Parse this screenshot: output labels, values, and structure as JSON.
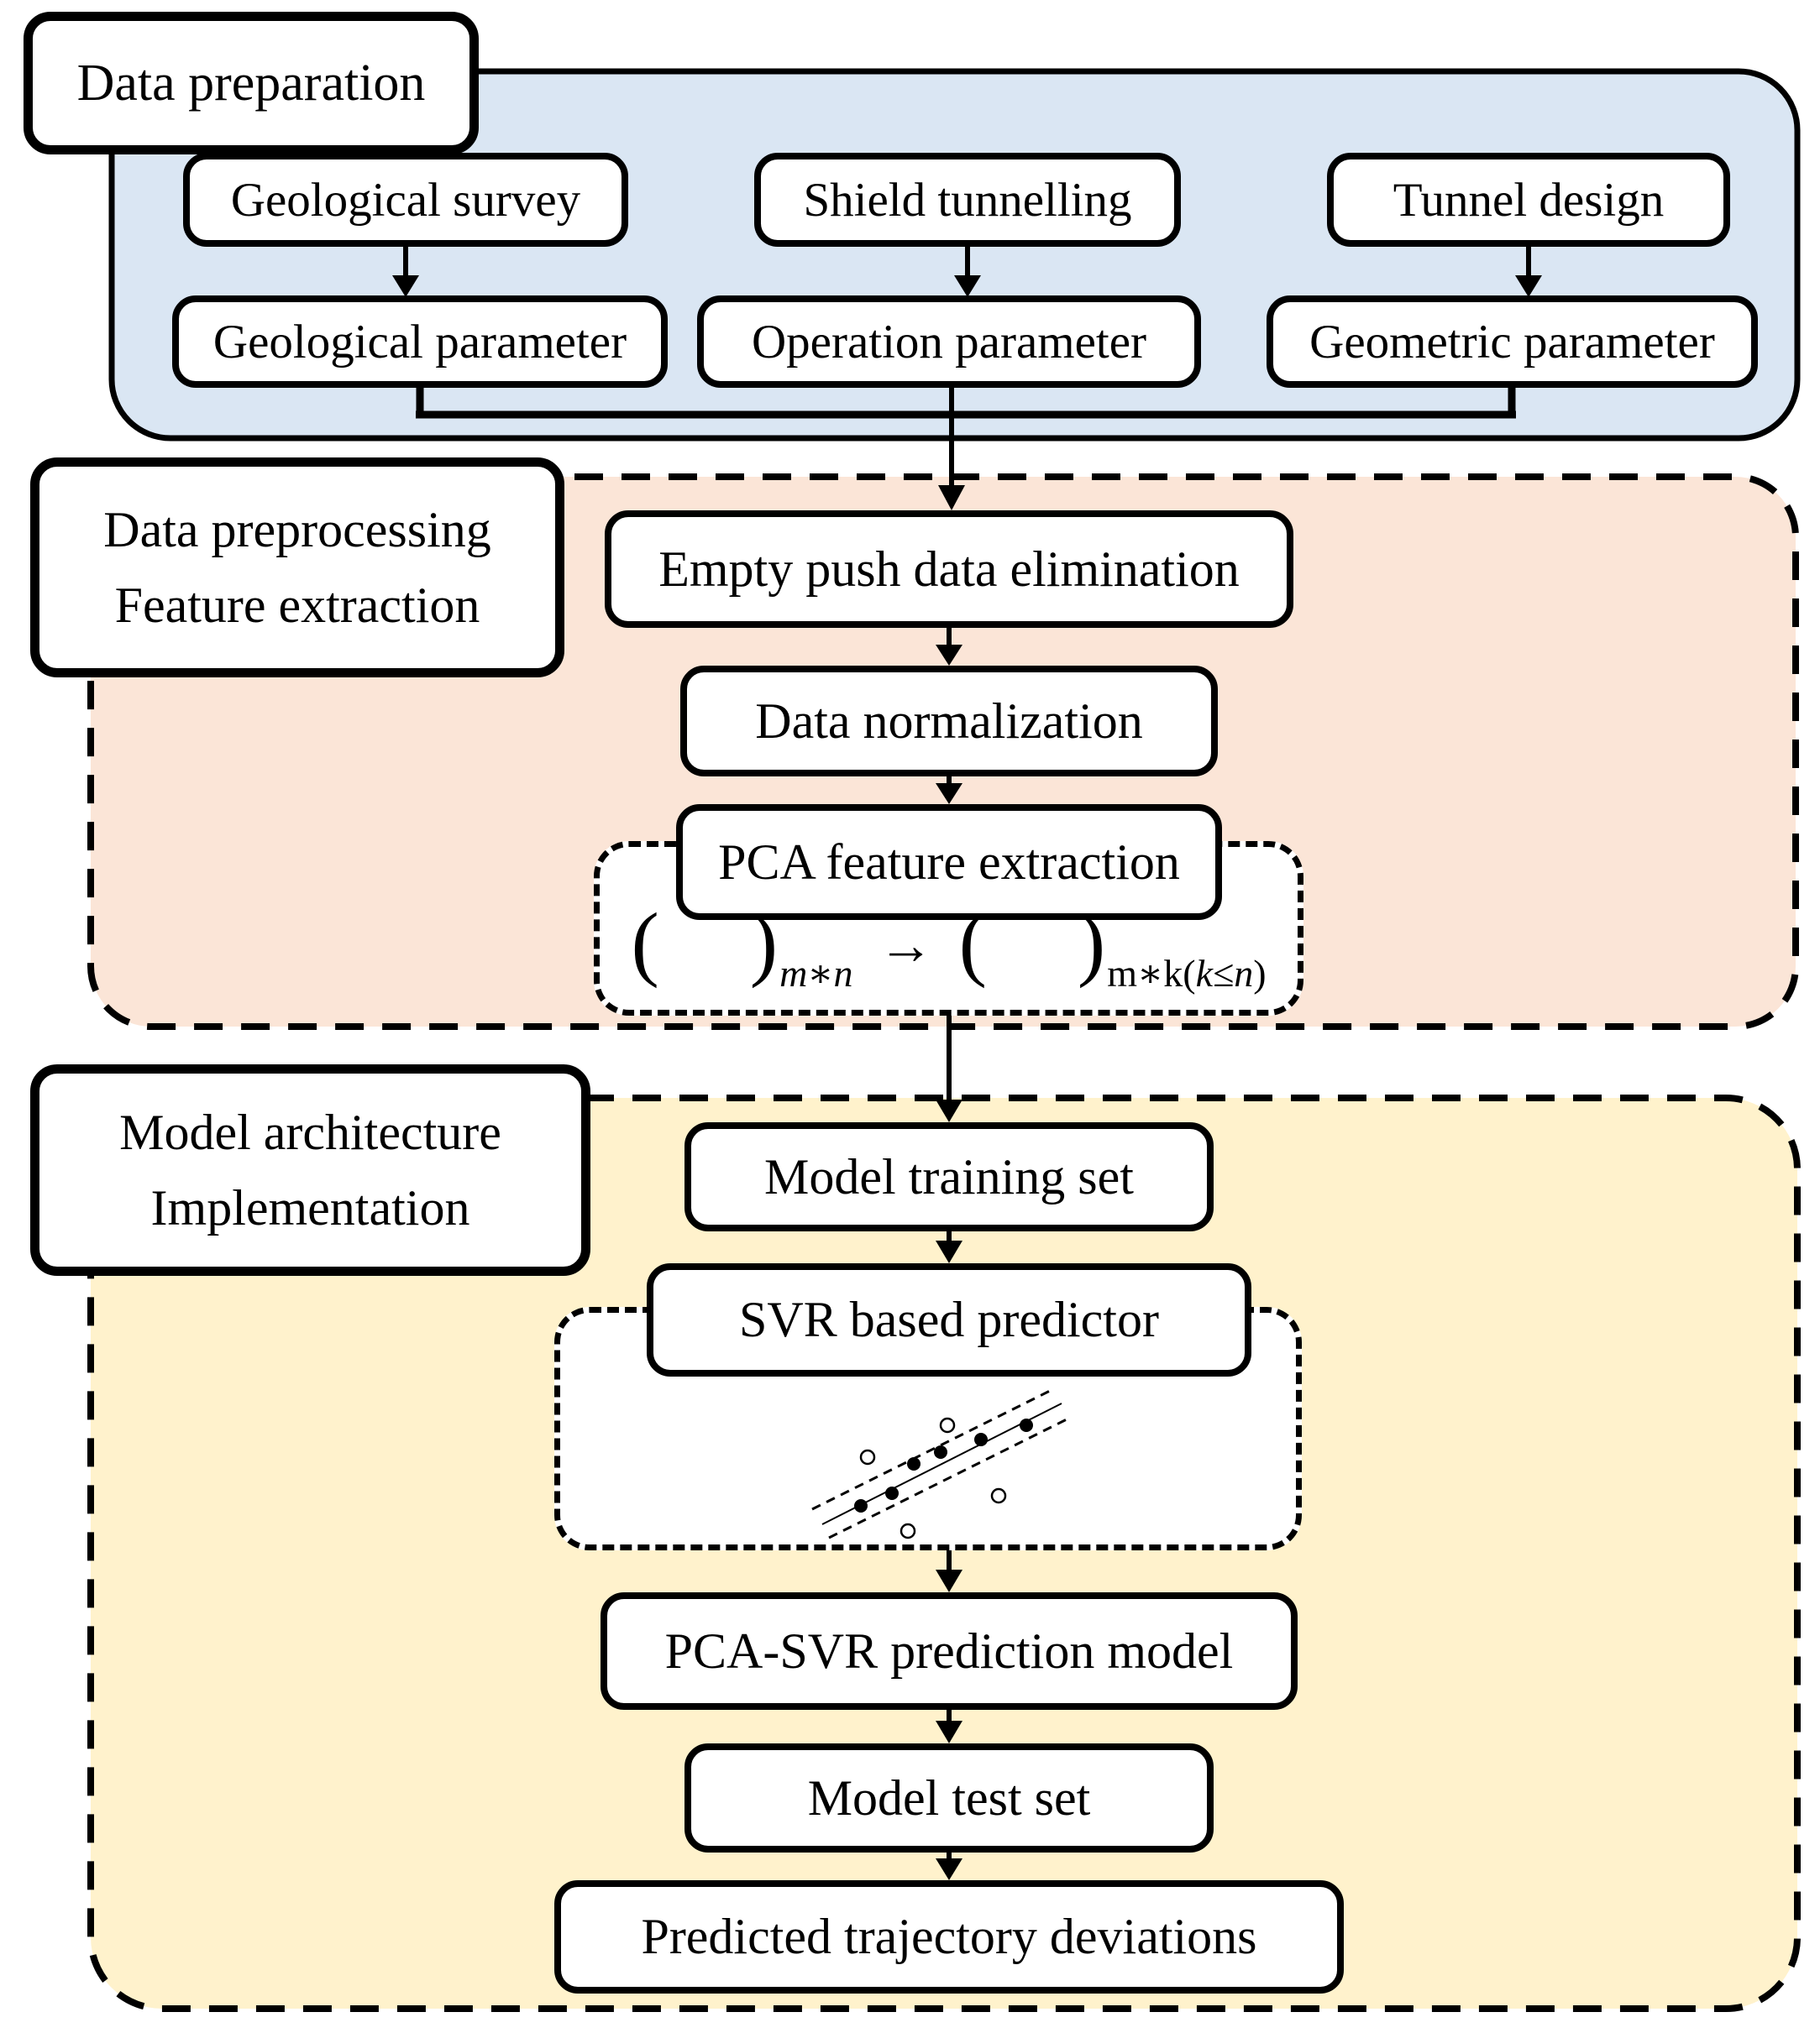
{
  "figure": {
    "description": "Flowchart of PCA-SVR prediction model for shield tunnelling trajectory deviations"
  },
  "colors": {
    "preparation_bg": "#dae6f3",
    "preprocessing_bg": "#fbe5d7",
    "model_bg": "#fff2cc",
    "node_bg": "#ffffff",
    "line": "#000000"
  },
  "preparation": {
    "label": "Data preparation",
    "sources": [
      "Geological survey",
      "Shield tunnelling",
      "Tunnel design"
    ],
    "parameters": [
      "Geological parameter",
      "Operation parameter",
      "Geometric parameter"
    ]
  },
  "preprocessing": {
    "label_line1": "Data preprocessing",
    "label_line2": "Feature extraction",
    "steps": [
      "Empty push data elimination",
      "Data normalization",
      "PCA feature extraction"
    ],
    "formula": {
      "open_paren": "(",
      "close_paren": ")",
      "sub_before": "m∗n",
      "arrow": "→",
      "sub_after_pre": "m∗k(",
      "sub_after_var": "k≤n",
      "sub_after_post": ")"
    }
  },
  "model": {
    "label_line1": "Model architecture",
    "label_line2": "Implementation",
    "steps": [
      "Model training set",
      "SVR based predictor",
      "PCA-SVR prediction model",
      "Model test set",
      "Predicted trajectory deviations"
    ]
  }
}
